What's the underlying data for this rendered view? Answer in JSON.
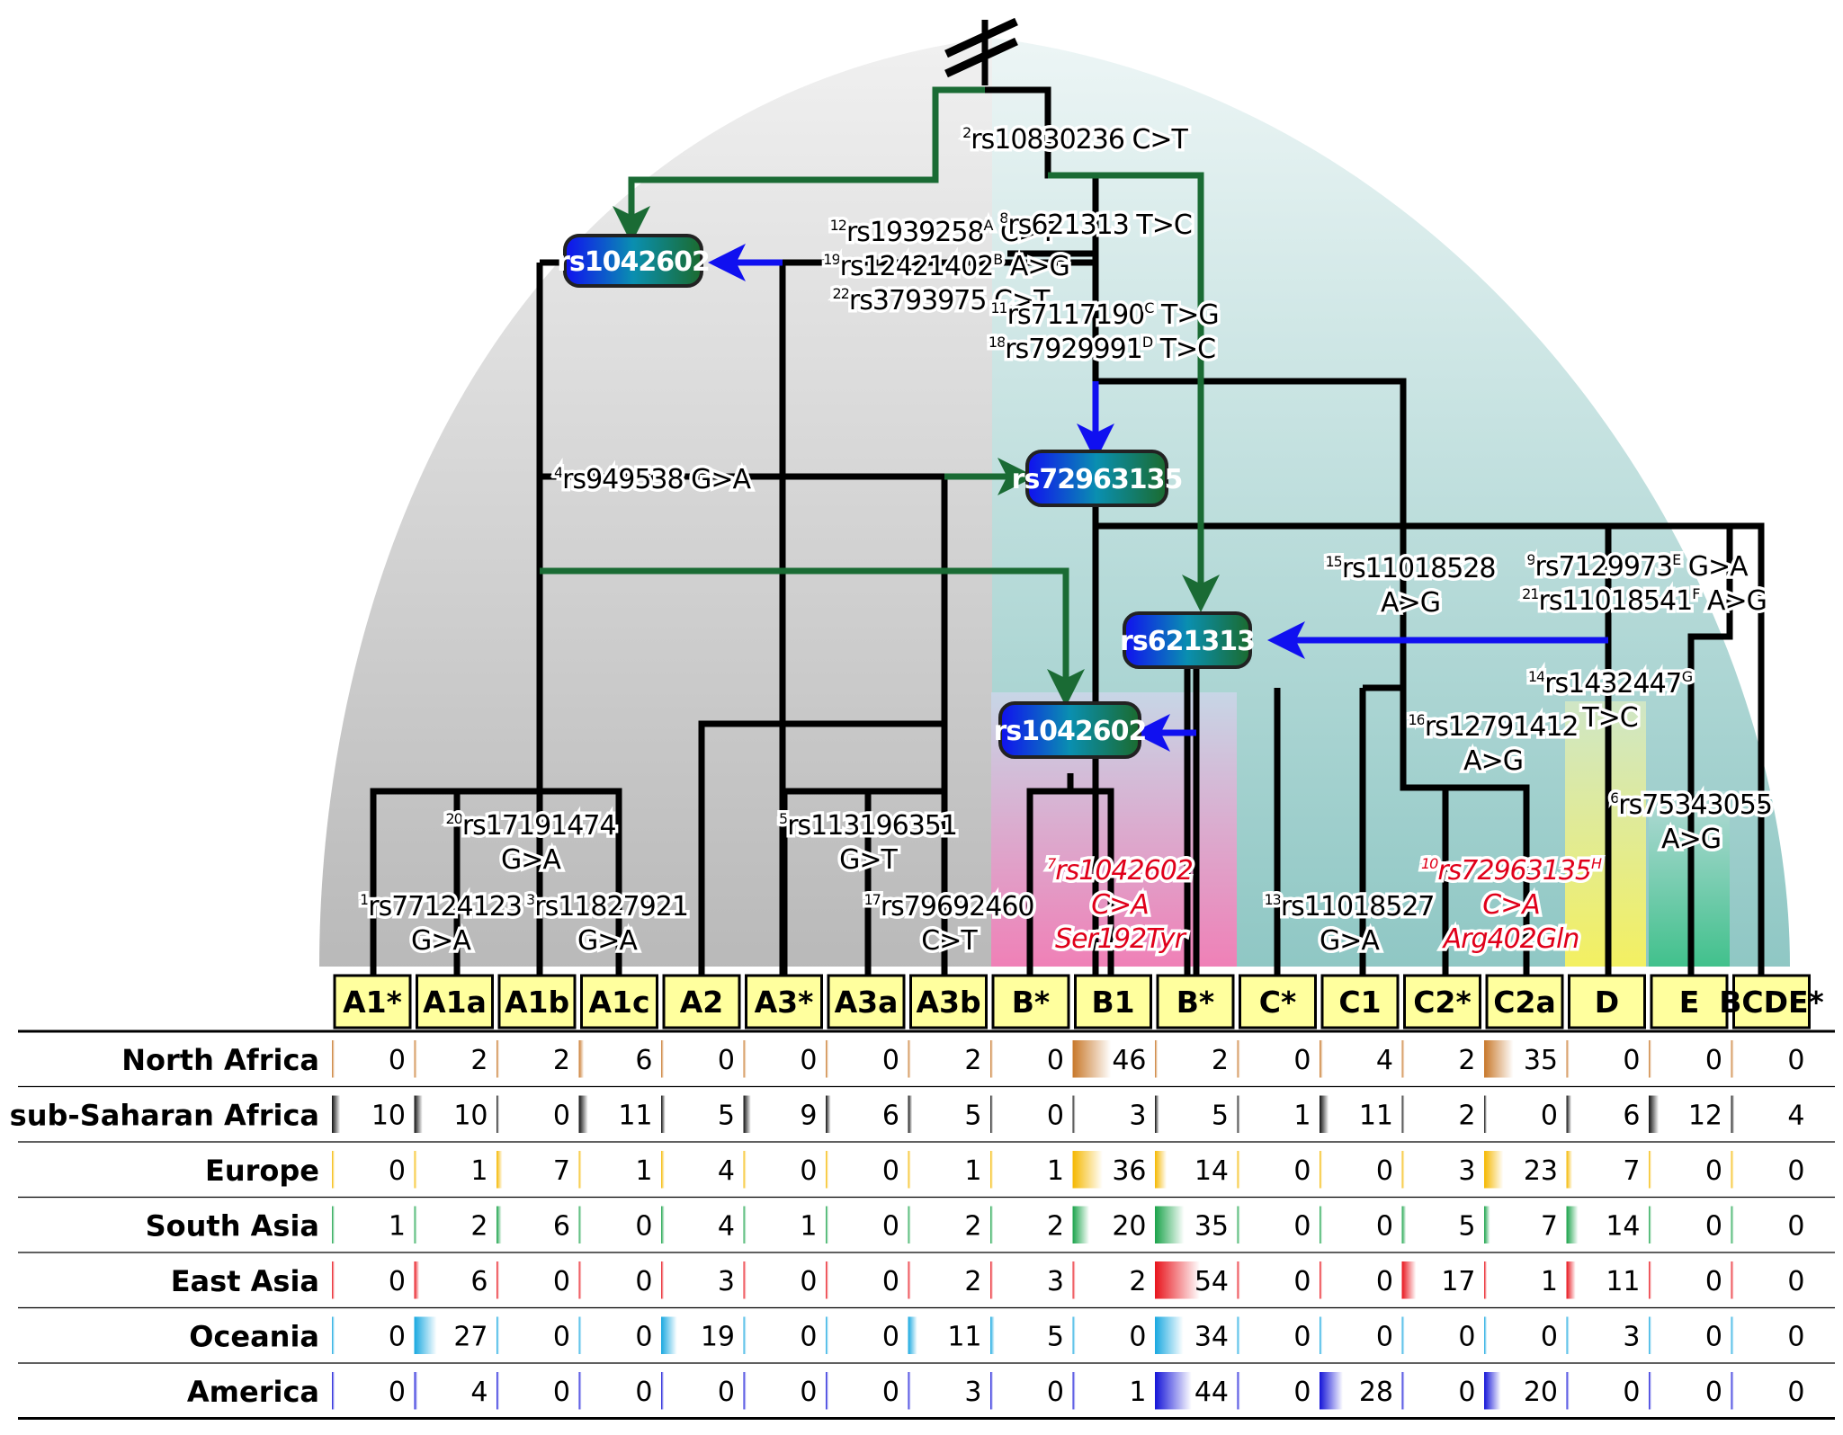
{
  "root_mutation": {
    "sup": "2",
    "text": "rs10830236 C>T"
  },
  "nodes": {
    "rs1042602_top": "rs1042602",
    "rs72963135": "rs72963135",
    "rs621313": "rs621313",
    "rs1042602_bottom": "rs1042602"
  },
  "mutations": [
    {
      "id": "m12",
      "lines": [
        {
          "sup": "12",
          "text": "rs1939258",
          "sup2": "A",
          "tail": " C>T"
        }
      ]
    },
    {
      "id": "m19",
      "lines": [
        {
          "sup": "19",
          "text": "rs12421402",
          "sup2": "B",
          "tail": " A>G"
        }
      ]
    },
    {
      "id": "m22",
      "lines": [
        {
          "sup": "22",
          "text": "rs3793975 C>T"
        }
      ]
    },
    {
      "id": "m8",
      "lines": [
        {
          "sup": "8",
          "text": "rs621313 T>C"
        }
      ]
    },
    {
      "id": "m11",
      "lines": [
        {
          "sup": "11",
          "text": "rs7117190",
          "sup2": "C",
          "tail": " T>G"
        }
      ]
    },
    {
      "id": "m18",
      "lines": [
        {
          "sup": "18",
          "text": "rs7929991",
          "sup2": "D",
          "tail": " T>C"
        }
      ]
    },
    {
      "id": "m4",
      "lines": [
        {
          "sup": "4",
          "text": "rs949538 G>A"
        }
      ]
    },
    {
      "id": "m15",
      "lines": [
        {
          "sup": "15",
          "text": "rs11018528"
        },
        {
          "text": "A>G"
        }
      ]
    },
    {
      "id": "m9",
      "lines": [
        {
          "sup": "9",
          "text": "rs7129973",
          "sup2": "E",
          "tail": " G>A"
        }
      ]
    },
    {
      "id": "m21",
      "lines": [
        {
          "sup": "21",
          "text": "rs11018541",
          "sup2": "F",
          "tail": " A>G"
        }
      ]
    },
    {
      "id": "m14",
      "lines": [
        {
          "sup": "14",
          "text": "rs1432447",
          "sup2": "G"
        },
        {
          "text": "T>C"
        }
      ]
    },
    {
      "id": "m16",
      "lines": [
        {
          "sup": "16",
          "text": "rs12791412"
        },
        {
          "text": "A>G"
        }
      ]
    },
    {
      "id": "m6",
      "lines": [
        {
          "sup": "6",
          "text": "rs75343055"
        },
        {
          "text": "A>G"
        }
      ]
    },
    {
      "id": "m20",
      "lines": [
        {
          "sup": "20",
          "text": "rs17191474"
        },
        {
          "text": "G>A"
        }
      ]
    },
    {
      "id": "m1",
      "lines": [
        {
          "sup": "1",
          "text": "rs77124123"
        },
        {
          "text": "G>A"
        }
      ]
    },
    {
      "id": "m3",
      "lines": [
        {
          "sup": "3",
          "text": "rs11827921"
        },
        {
          "text": "G>A"
        }
      ]
    },
    {
      "id": "m5",
      "lines": [
        {
          "sup": "5",
          "text": "rs113196351"
        },
        {
          "text": "G>T"
        }
      ]
    },
    {
      "id": "m17",
      "lines": [
        {
          "sup": "17",
          "text": "rs79692460"
        },
        {
          "text": "C>T"
        }
      ]
    },
    {
      "id": "m7",
      "red": true,
      "lines": [
        {
          "sup": "7",
          "text": "rs1042602"
        },
        {
          "text": "C>A"
        },
        {
          "text": "Ser192Tyr"
        }
      ]
    },
    {
      "id": "m13",
      "lines": [
        {
          "sup": "13",
          "text": "rs11018527"
        },
        {
          "text": "G>A"
        }
      ]
    },
    {
      "id": "m10",
      "red": true,
      "lines": [
        {
          "sup": "10",
          "text": "rs72963135",
          "sup2": "H"
        },
        {
          "text": "C>A"
        },
        {
          "text": "Arg402Gln"
        }
      ]
    }
  ],
  "haplogroups": [
    "A1*",
    "A1a",
    "A1b",
    "A1c",
    "A2",
    "A3*",
    "A3a",
    "A3b",
    "B*",
    "B1",
    "B*",
    "C*",
    "C1",
    "C2*",
    "C2a",
    "D",
    "E",
    "BCDE*"
  ],
  "regions": [
    {
      "name": "North  Africa",
      "color": "#c8782a",
      "values": [
        0,
        2,
        2,
        6,
        0,
        0,
        0,
        2,
        0,
        46,
        2,
        0,
        4,
        2,
        35,
        0,
        0,
        0
      ]
    },
    {
      "name": "sub-Saharan Africa",
      "color": "#111111",
      "values": [
        10,
        10,
        0,
        11,
        5,
        9,
        6,
        5,
        0,
        3,
        5,
        1,
        11,
        2,
        0,
        6,
        12,
        4
      ]
    },
    {
      "name": "Europe",
      "color": "#f5b800",
      "values": [
        0,
        1,
        7,
        1,
        4,
        0,
        0,
        1,
        1,
        36,
        14,
        0,
        0,
        3,
        23,
        7,
        0,
        0
      ]
    },
    {
      "name": "South Asia",
      "color": "#1aa34a",
      "values": [
        1,
        2,
        6,
        0,
        4,
        1,
        0,
        2,
        2,
        20,
        35,
        0,
        0,
        5,
        7,
        14,
        0,
        0
      ]
    },
    {
      "name": "East Asia",
      "color": "#e8141c",
      "values": [
        0,
        6,
        0,
        0,
        3,
        0,
        0,
        2,
        3,
        2,
        54,
        0,
        0,
        17,
        1,
        11,
        0,
        0
      ]
    },
    {
      "name": "Oceania",
      "color": "#18a8e0",
      "values": [
        0,
        27,
        0,
        0,
        19,
        0,
        0,
        11,
        5,
        0,
        34,
        0,
        0,
        0,
        0,
        3,
        0,
        0
      ]
    },
    {
      "name": "America",
      "color": "#1414d8",
      "values": [
        0,
        4,
        0,
        0,
        0,
        0,
        0,
        3,
        0,
        1,
        44,
        0,
        28,
        0,
        20,
        0,
        0,
        0
      ]
    }
  ]
}
